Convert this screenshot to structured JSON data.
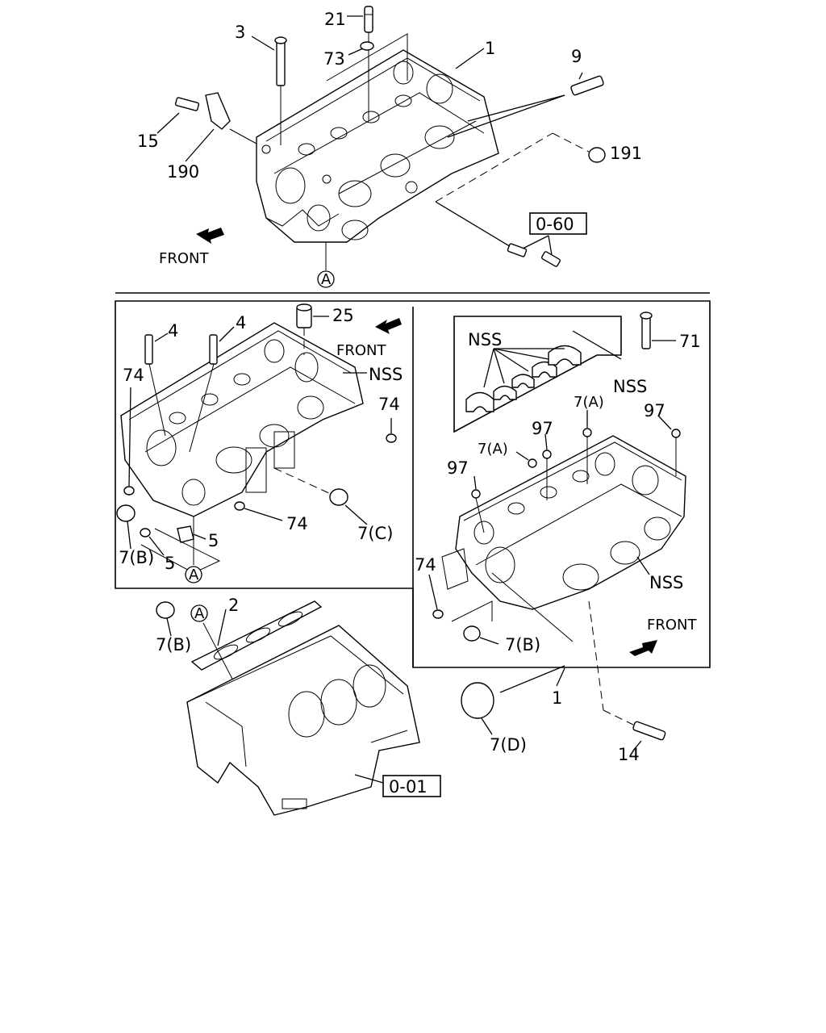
{
  "callouts": {
    "p21": "21",
    "p3": "3",
    "p73": "73",
    "p1_top": "1",
    "p9": "9",
    "p15": "15",
    "p190": "190",
    "p191": "191",
    "ref_060": "0-60",
    "front_top": "FRONT",
    "circle_a_top": "A",
    "p25": "25",
    "p4_a": "4",
    "p4_b": "4",
    "front_left": "FRONT",
    "nss_left": "NSS",
    "p74_l1": "74",
    "p74_l2": "74",
    "p74_l3": "74",
    "p7c": "7(C)",
    "p5_a": "5",
    "p5_b": "5",
    "p7b_l": "7(B)",
    "circle_a_left": "A",
    "nss_box": "NSS",
    "nss_box2": "NSS",
    "p71": "71",
    "p7a_1": "7(A)",
    "p7a_2": "7(A)",
    "p97_1": "97",
    "p97_2": "97",
    "p97_3": "97",
    "p74_r": "74",
    "nss_right": "NSS",
    "front_right": "FRONT",
    "p7b_r": "7(B)",
    "p2": "2",
    "circle_a_gasket": "A",
    "p7b_bottom": "7(B)",
    "p1_bottom": "1",
    "p7d": "7(D)",
    "p14": "14",
    "ref_001": "0-01"
  },
  "icons": [
    "front-arrow-icon",
    "circle-reference-icon"
  ]
}
